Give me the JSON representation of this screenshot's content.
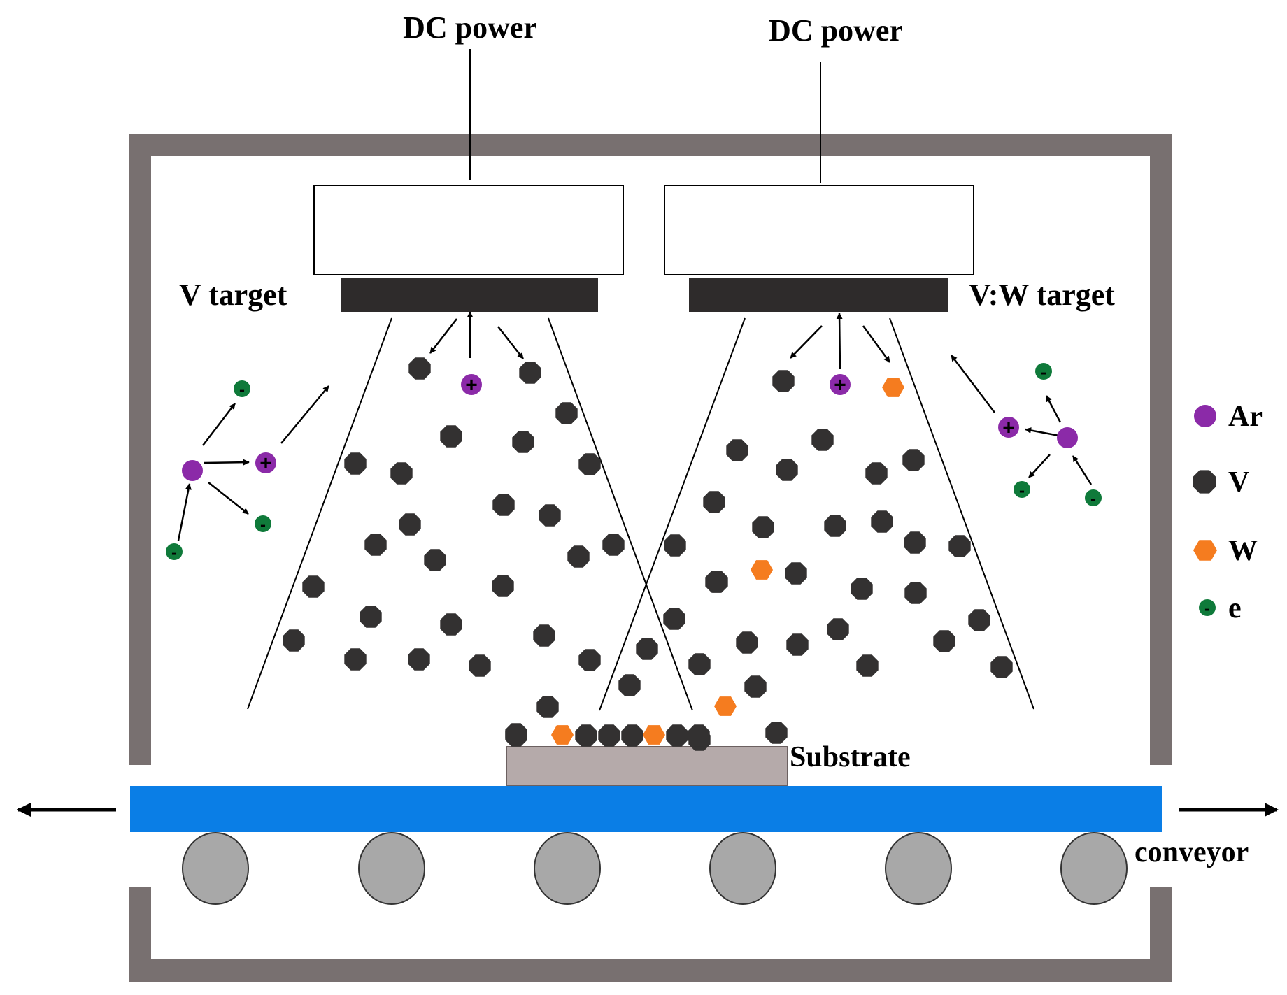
{
  "labels": {
    "dc_power_left": "DC power",
    "dc_power_right": "DC power",
    "v_target": "V target",
    "vw_target": "V:W target",
    "substrate": "Substrate",
    "conveyor": "conveyor"
  },
  "legend": [
    {
      "symbol": "ar-particle-icon",
      "label": "Ar",
      "color": "#8b2aa8"
    },
    {
      "symbol": "v-particle-icon",
      "label": "V",
      "color": "#333131"
    },
    {
      "symbol": "w-particle-icon",
      "label": "W",
      "color": "#f57c1f"
    },
    {
      "symbol": "electron-icon",
      "label": "e",
      "color": "#0f7a3a"
    }
  ],
  "signs": {
    "ion": "+",
    "electron": "-"
  },
  "colors": {
    "chamber_wall": "#787070",
    "magnetron_body": "#ffffff",
    "target": "#2e2b2b",
    "substrate": "#b5aaaa",
    "conveyor_belt": "#0a7ee6",
    "roller": "#a8a8a8",
    "ar": "#8b2aa8",
    "v": "#333131",
    "w": "#f57c1f",
    "electron": "#0f7a3a"
  }
}
